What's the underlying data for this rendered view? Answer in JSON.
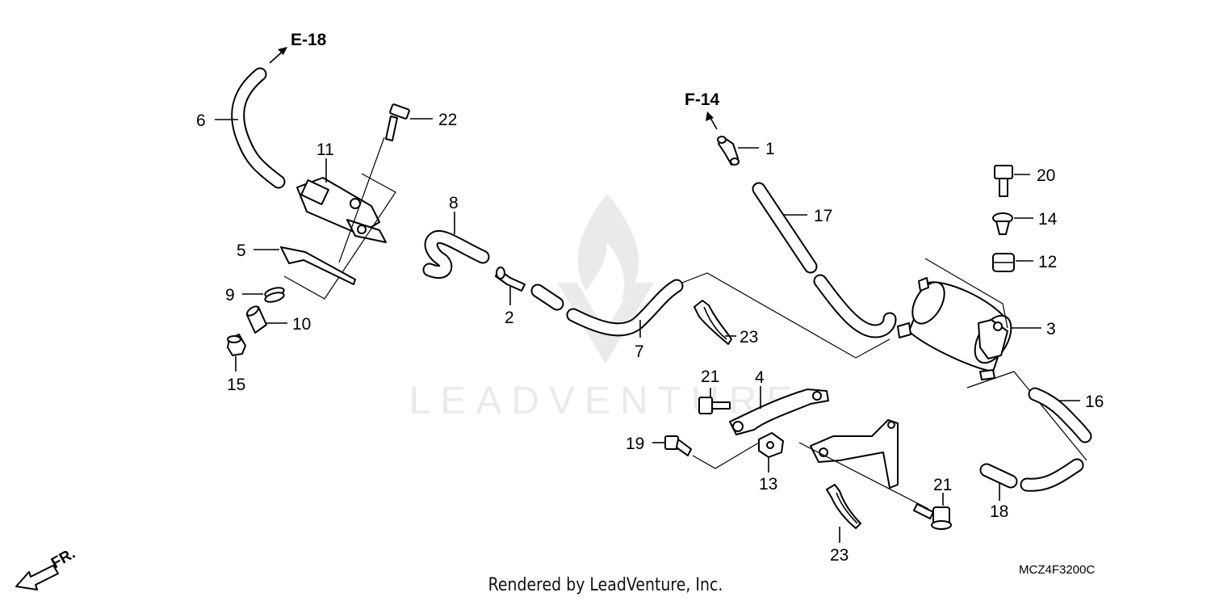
{
  "diagram": {
    "code": "MCZ4F3200C",
    "credit": "Rendered by LeadVenture, Inc.",
    "watermark": "LEADVENTURE",
    "front_label": "FR.",
    "refs": [
      {
        "id": "e18",
        "label": "E-18"
      },
      {
        "id": "f14",
        "label": "F-14"
      }
    ],
    "callouts": {
      "c1": "1",
      "c2": "2",
      "c3": "3",
      "c4": "4",
      "c5": "5",
      "c6": "6",
      "c7": "7",
      "c8": "8",
      "c9": "9",
      "c10": "10",
      "c11": "11",
      "c12": "12",
      "c13": "13",
      "c14": "14",
      "c15": "15",
      "c16": "16",
      "c17": "17",
      "c18": "18",
      "c19": "19",
      "c20": "20",
      "c21a": "21",
      "c21b": "21",
      "c22": "22",
      "c23a": "23",
      "c23b": "23"
    }
  }
}
